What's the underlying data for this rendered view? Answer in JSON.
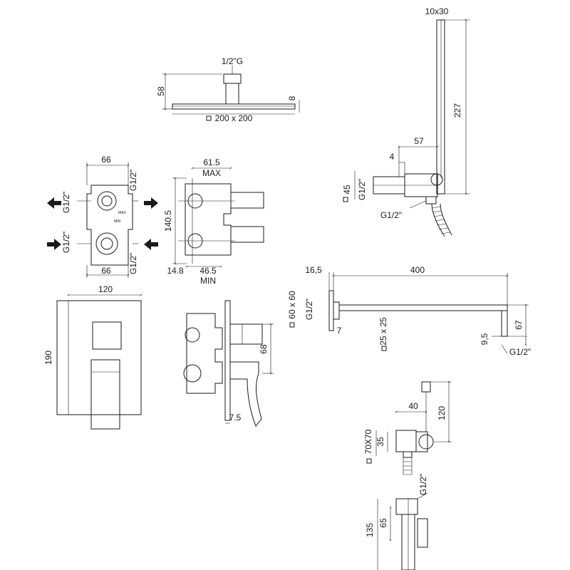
{
  "head_shower": {
    "thread": "1/2\"G",
    "height": "58",
    "thickness": "8",
    "size": "200 x 200"
  },
  "hand_shower": {
    "section": "10x30",
    "length": "227",
    "offset_small": "4",
    "offset": "57",
    "height": "45",
    "thread_top": "G1/2\"",
    "thread_bottom": "G1/2\""
  },
  "valve_front": {
    "width_top": "66",
    "width_bottom": "66",
    "thread_top_left": "G1/2\"",
    "thread_top_right": "G1/2\"",
    "thread_bottom_left": "G1/2\"",
    "thread_bottom_right": "G1/2\"",
    "mark_max": "MAX",
    "mark_min": "MIN"
  },
  "valve_side": {
    "depth_max": "61.5",
    "label_max": "MAX",
    "height": "140.5",
    "offset_small": "14.8",
    "depth_min": "46.5",
    "label_min": "MIN"
  },
  "cover_plate": {
    "width": "120",
    "height": "190"
  },
  "mixer_side": {
    "depth": "68",
    "plate": "7.5"
  },
  "shower_arm": {
    "plate_offset": "16,5",
    "length": "400",
    "flange": "60 x 60",
    "thread": "G1/2\"",
    "section": "25 x 25",
    "plate_thickness": "7",
    "drop": "67",
    "outlet": "9,5",
    "outlet_thread": "G1/2\""
  },
  "outlet_elbow": {
    "height": "120",
    "width": "40",
    "plate": "70X70",
    "depth": "35"
  },
  "lower_elbow": {
    "thread": "G1/2\"",
    "height": "135",
    "depth": "65"
  }
}
